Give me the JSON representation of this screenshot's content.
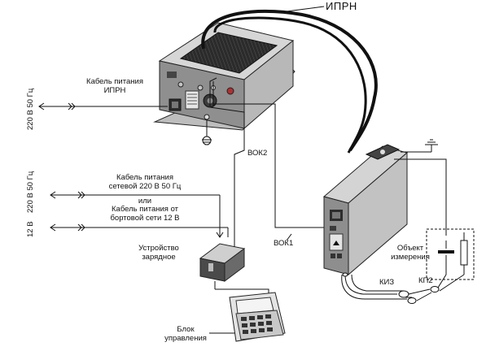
{
  "labels": {
    "iprn": "ИПРН",
    "power_cable_iprn": [
      "Кабель питания",
      "ИПРН"
    ],
    "mains_220_top": "220 В 50 Гц",
    "vok2": "ВОК2",
    "mains_cable": [
      "Кабель питания",
      "сетевой 220 В 50 Гц"
    ],
    "or": "или",
    "onboard_cable": [
      "Кабель питания от",
      "бортовой сети 12 В"
    ],
    "mains_220_mid": "220 В 50 Гц",
    "v12": "12 В",
    "charger": [
      "Устройство",
      "зарядное"
    ],
    "vok1": "ВОК1",
    "object": [
      "Объект",
      "измерения"
    ],
    "kiz": "КИЗ",
    "kp2": "КП2",
    "control_unit": [
      "Блок",
      "управления"
    ]
  },
  "colors": {
    "line": "#1a1a1a",
    "device_top": "#d8d8d8",
    "device_side": "#9a9a9a",
    "device_dark": "#3a3a3a",
    "accent_red": "#b03030"
  }
}
